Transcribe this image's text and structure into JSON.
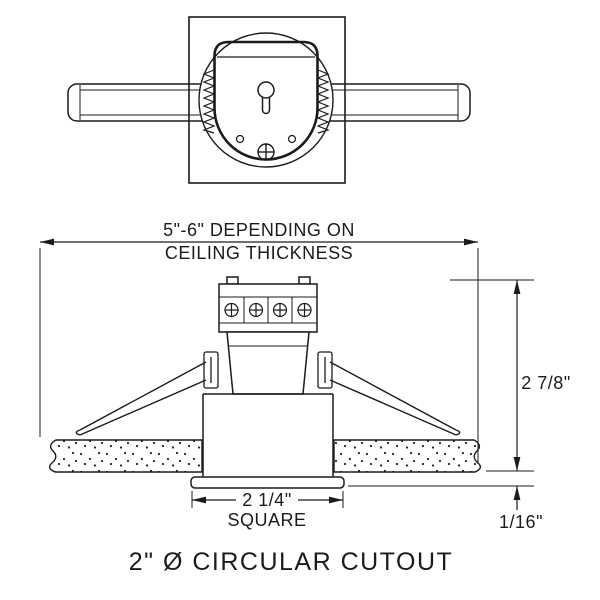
{
  "diagram": {
    "title": "2\" Ø CIRCULAR CUTOUT",
    "dimensions": {
      "span_line1": "5\"-6\" DEPENDING ON",
      "span_line2": "CEILING THICKNESS",
      "height": "2 7/8\"",
      "trim_offset": "1/16\"",
      "cutout_line1": "2 1/4\"",
      "cutout_line2": "SQUARE"
    },
    "colors": {
      "line": "#1b1b1b",
      "background": "#ffffff"
    }
  }
}
